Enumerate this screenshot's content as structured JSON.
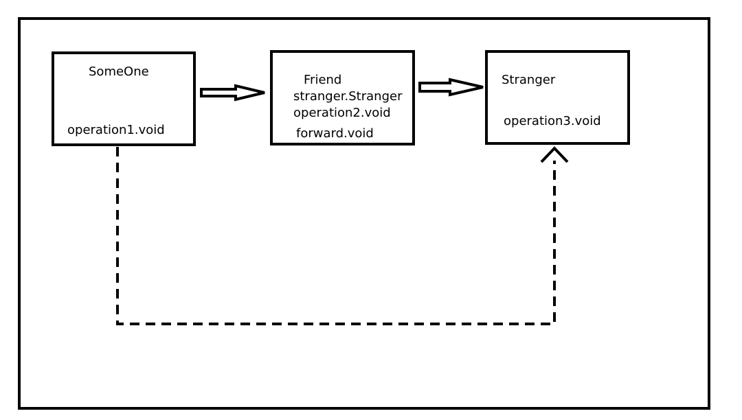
{
  "diagram": {
    "nodes": [
      {
        "id": "someone",
        "title": "SomeOne",
        "members": [
          "operation1.void"
        ]
      },
      {
        "id": "friend",
        "title": "Friend",
        "members": [
          "stranger.Stranger",
          "operation2.void",
          "forward.void"
        ]
      },
      {
        "id": "stranger",
        "title": "Stranger",
        "members": [
          "operation3.void"
        ]
      }
    ],
    "edges": [
      {
        "from": "someone",
        "to": "friend",
        "style": "solid-hollow-arrow"
      },
      {
        "from": "friend",
        "to": "stranger",
        "style": "solid-hollow-arrow"
      },
      {
        "from": "someone",
        "to": "stranger",
        "style": "dashed-open-arrow"
      }
    ],
    "colors": {
      "stroke": "#000000",
      "background": "#ffffff"
    }
  }
}
